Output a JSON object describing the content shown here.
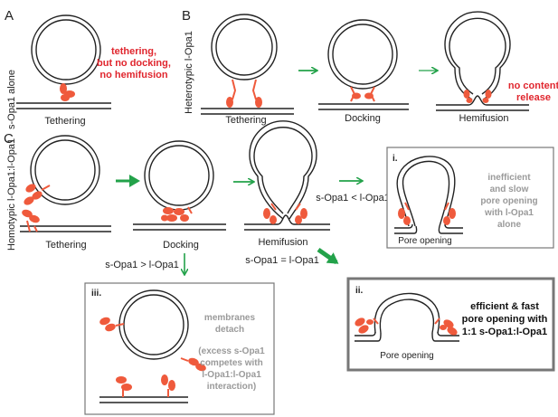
{
  "panels": {
    "A": {
      "letter": "A",
      "side_label": "s-Opa1 alone",
      "note_lines": [
        "tethering,",
        "but no docking,",
        "no hemifusion"
      ],
      "stage_label": "Tethering"
    },
    "B": {
      "letter": "B",
      "side_label": "Heterotypic l-Opa1",
      "stages": [
        "Tethering",
        "Docking",
        "Hemifusion"
      ],
      "note_lines": [
        "no content",
        "release"
      ]
    },
    "C": {
      "letter": "C",
      "side_label": "Homotypic l-Opa1:l-Opa1",
      "stages": [
        "Tethering",
        "Docking",
        "Hemifusion"
      ],
      "branch_labels": {
        "less": "s-Opa1 < l-Opa1",
        "equal": "s-Opa1 = l-Opa1",
        "greater": "s-Opa1 > l-Opa1"
      },
      "box_i": {
        "numeral": "i.",
        "caption": "Pore opening",
        "text_lines": [
          "inefficient",
          "and slow",
          "pore opening",
          "with l-Opa1",
          "alone"
        ]
      },
      "box_ii": {
        "numeral": "ii.",
        "caption": "Pore opening",
        "text_lines": [
          "efficient & fast",
          "pore opening with",
          "1:1 s-Opa1:l-Opa1"
        ]
      },
      "box_iii": {
        "numeral": "iii.",
        "title_lines": [
          "membranes",
          "detach"
        ],
        "text_lines": [
          "(excess s-Opa1",
          "competes with",
          "l-Opa1:l-Opa1",
          "interaction)"
        ]
      }
    }
  },
  "colors": {
    "protein": "#ef5a3c",
    "alert_text": "#e0262e",
    "arrow": "#23a24a",
    "gray_text": "#9a9a9a",
    "ink": "#222222",
    "box_border": "#777777"
  }
}
